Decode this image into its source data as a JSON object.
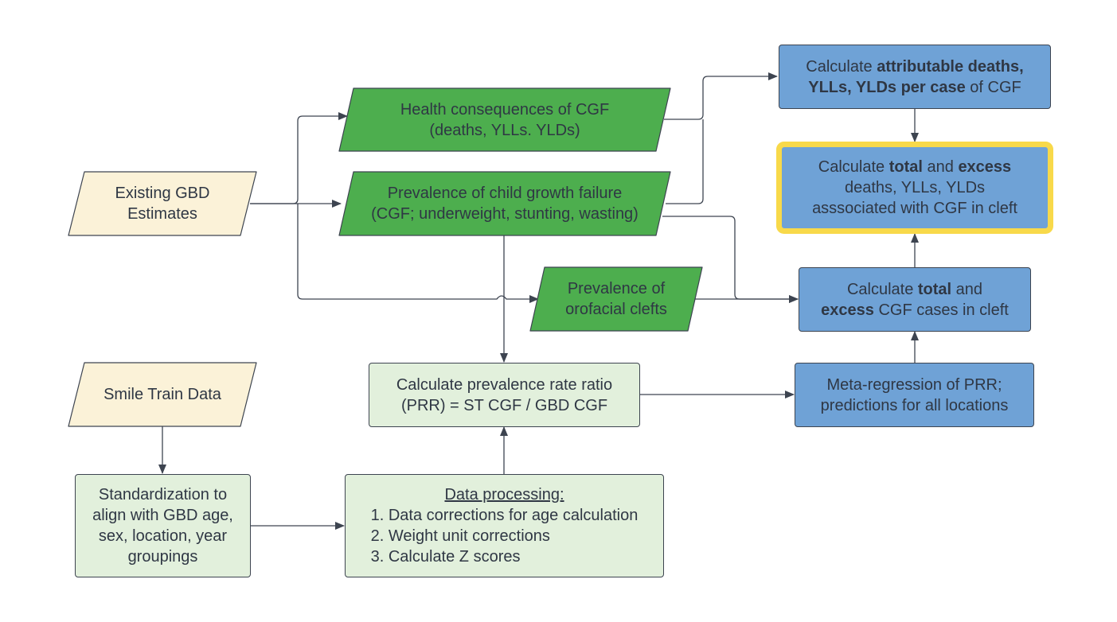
{
  "nodes": {
    "existing_gbd": {
      "line1": "Existing GBD",
      "line2": "Estimates"
    },
    "smile_train": {
      "text": "Smile Train Data"
    },
    "health_consequences": {
      "line1": "Health consequences of CGF",
      "line2": "(deaths, YLLs. YLDs)"
    },
    "prevalence_cgf": {
      "line1": "Prevalence of child growth failure",
      "line2": "(CGF; underweight, stunting, wasting)"
    },
    "prevalence_clefts": {
      "line1": "Prevalence of",
      "line2": "orofacial clefts"
    },
    "calc_attributable": {
      "pre": "Calculate ",
      "bold1": "attributable deaths,",
      "bold2": "YLLs, YLDs per case",
      "post": " of CGF"
    },
    "calc_total_excess_deaths": {
      "pre": "Calculate ",
      "bold1": "total",
      "mid": " and ",
      "bold2": "excess",
      "line2": "deaths, YLLs, YLDs",
      "line3": "asssociated with CGF in cleft"
    },
    "calc_total_excess_cases": {
      "pre": "Calculate ",
      "bold1": "total",
      "mid": " and",
      "bold2": "excess",
      "post": " CGF cases in cleft"
    },
    "meta_regression": {
      "line1": "Meta-regression of PRR;",
      "line2": "predictions for all locations"
    },
    "calc_prr": {
      "line1": "Calculate prevalence rate ratio",
      "line2": "(PRR) = ST CGF / GBD CGF"
    },
    "standardization": {
      "line1": "Standardization to",
      "line2": "align with GBD age,",
      "line3": "sex, location, year",
      "line4": "groupings"
    },
    "data_processing": {
      "header": "Data processing:",
      "items": [
        "1. Data corrections for age calculation",
        "2. Weight unit corrections",
        "3. Calculate Z scores"
      ]
    }
  },
  "colors": {
    "cream": "#fbf2d8",
    "green": "#4dae4e",
    "light_green": "#e2f0dc",
    "blue": "#6fa2d6",
    "highlight": "#f8d94a",
    "line": "#3d4450"
  }
}
